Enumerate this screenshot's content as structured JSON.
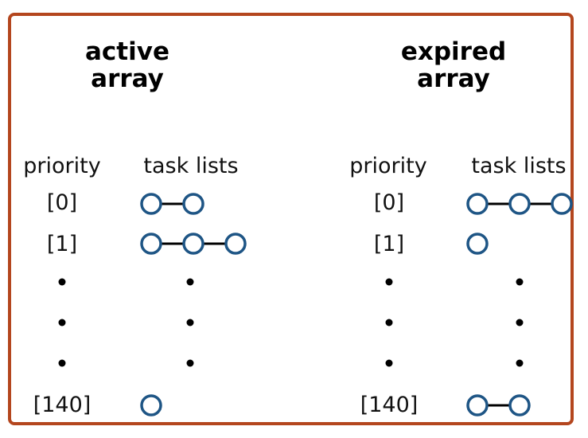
{
  "colors": {
    "frame": "#b4461e",
    "node_stroke": "#1e5585",
    "text": "#111111"
  },
  "active": {
    "title_line1": "active",
    "title_line2": "array",
    "priority_header": "priority",
    "tasks_header": "task lists",
    "indices": [
      "[0]",
      "[1]",
      "[140]"
    ],
    "task_counts": [
      2,
      3,
      1
    ]
  },
  "expired": {
    "title_line1": "expired",
    "title_line2": "array",
    "priority_header": "priority",
    "tasks_header": "task lists",
    "indices": [
      "[0]",
      "[1]",
      "[140]"
    ],
    "task_counts": [
      3,
      1,
      2
    ]
  }
}
